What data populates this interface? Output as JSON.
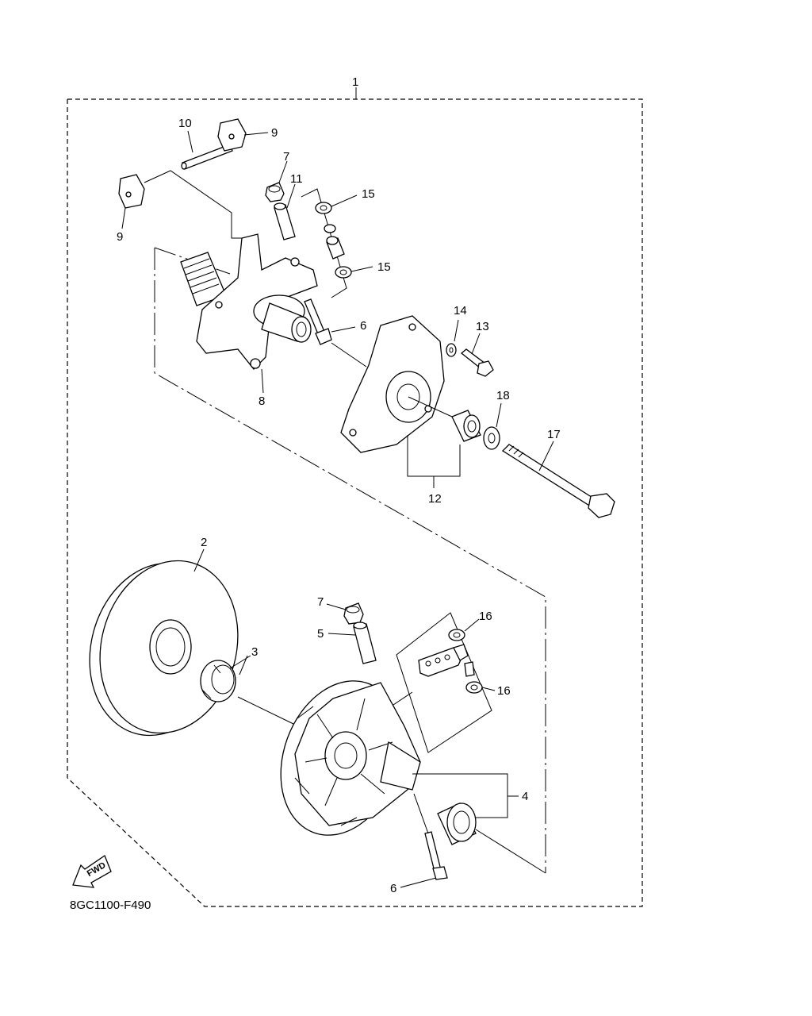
{
  "diagram": {
    "code": "8GC1100-F490",
    "fwd_label": "FWD",
    "callouts": {
      "c1": "1",
      "c2": "2",
      "c3": "3",
      "c4": "4",
      "c5": "5",
      "c6a": "6",
      "c6b": "6",
      "c7a": "7",
      "c7b": "7",
      "c8": "8",
      "c9a": "9",
      "c9b": "9",
      "c10": "10",
      "c11": "11",
      "c12": "12",
      "c13": "13",
      "c14": "14",
      "c15a": "15",
      "c15b": "15",
      "c16a": "16",
      "c16b": "16",
      "c17": "17",
      "c18": "18"
    }
  }
}
